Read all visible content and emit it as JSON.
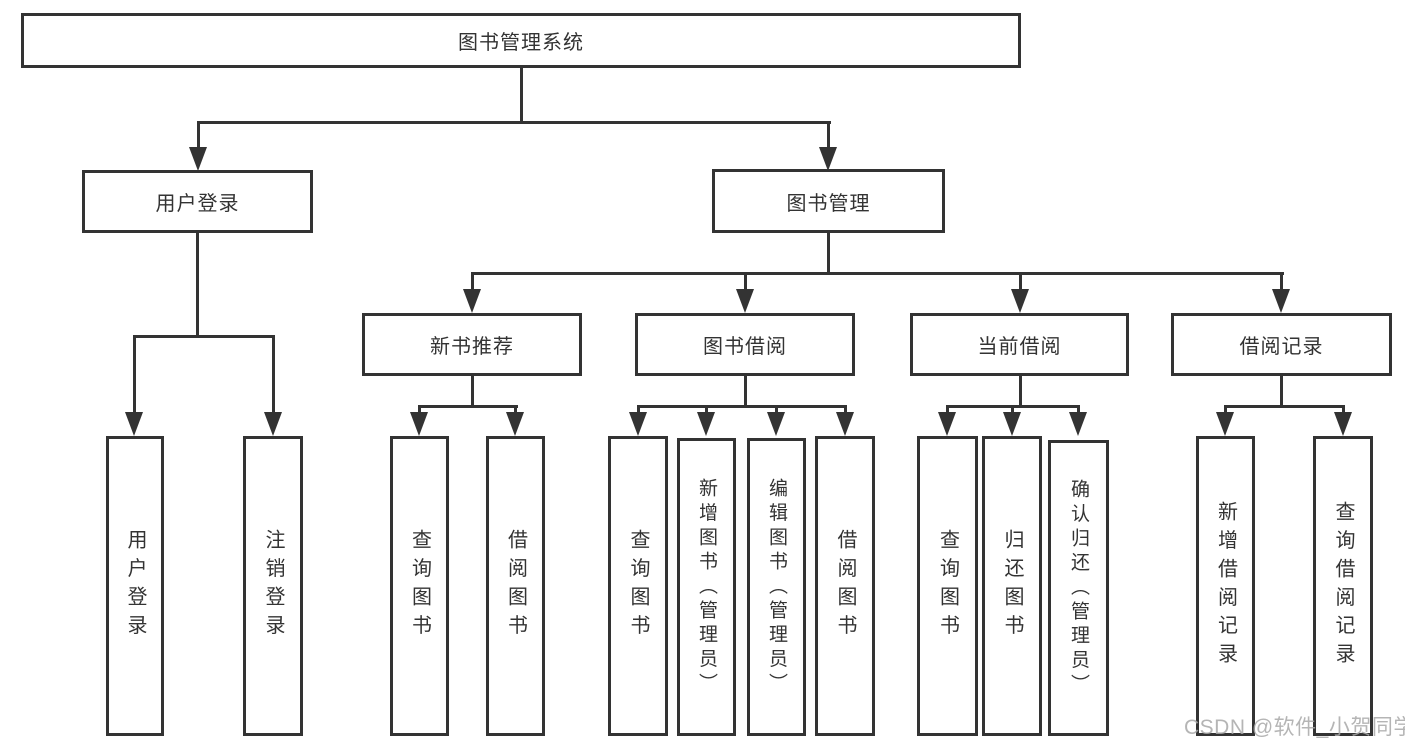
{
  "watermark": "CSDN @软件_小贺同学",
  "colors": {
    "line": "#333333",
    "text": "#333333",
    "box_background": "#ffffff",
    "watermark": "#a9a9a9"
  },
  "tree": {
    "root": "图书管理系统",
    "branches": [
      {
        "label": "用户登录",
        "leaves": [
          "用户登录",
          "注销登录"
        ]
      },
      {
        "label": "图书管理",
        "sections": [
          {
            "label": "新书推荐",
            "leaves": [
              "查询图书",
              "借阅图书"
            ]
          },
          {
            "label": "图书借阅",
            "leaves": [
              "查询图书",
              "新增图书（管理员）",
              "编辑图书（管理员）",
              "借阅图书"
            ]
          },
          {
            "label": "当前借阅",
            "leaves": [
              "查询图书",
              "归还图书",
              "确认归还（管理员）"
            ]
          },
          {
            "label": "借阅记录",
            "leaves": [
              "新增借阅记录",
              "查询借阅记录"
            ]
          }
        ]
      }
    ]
  }
}
